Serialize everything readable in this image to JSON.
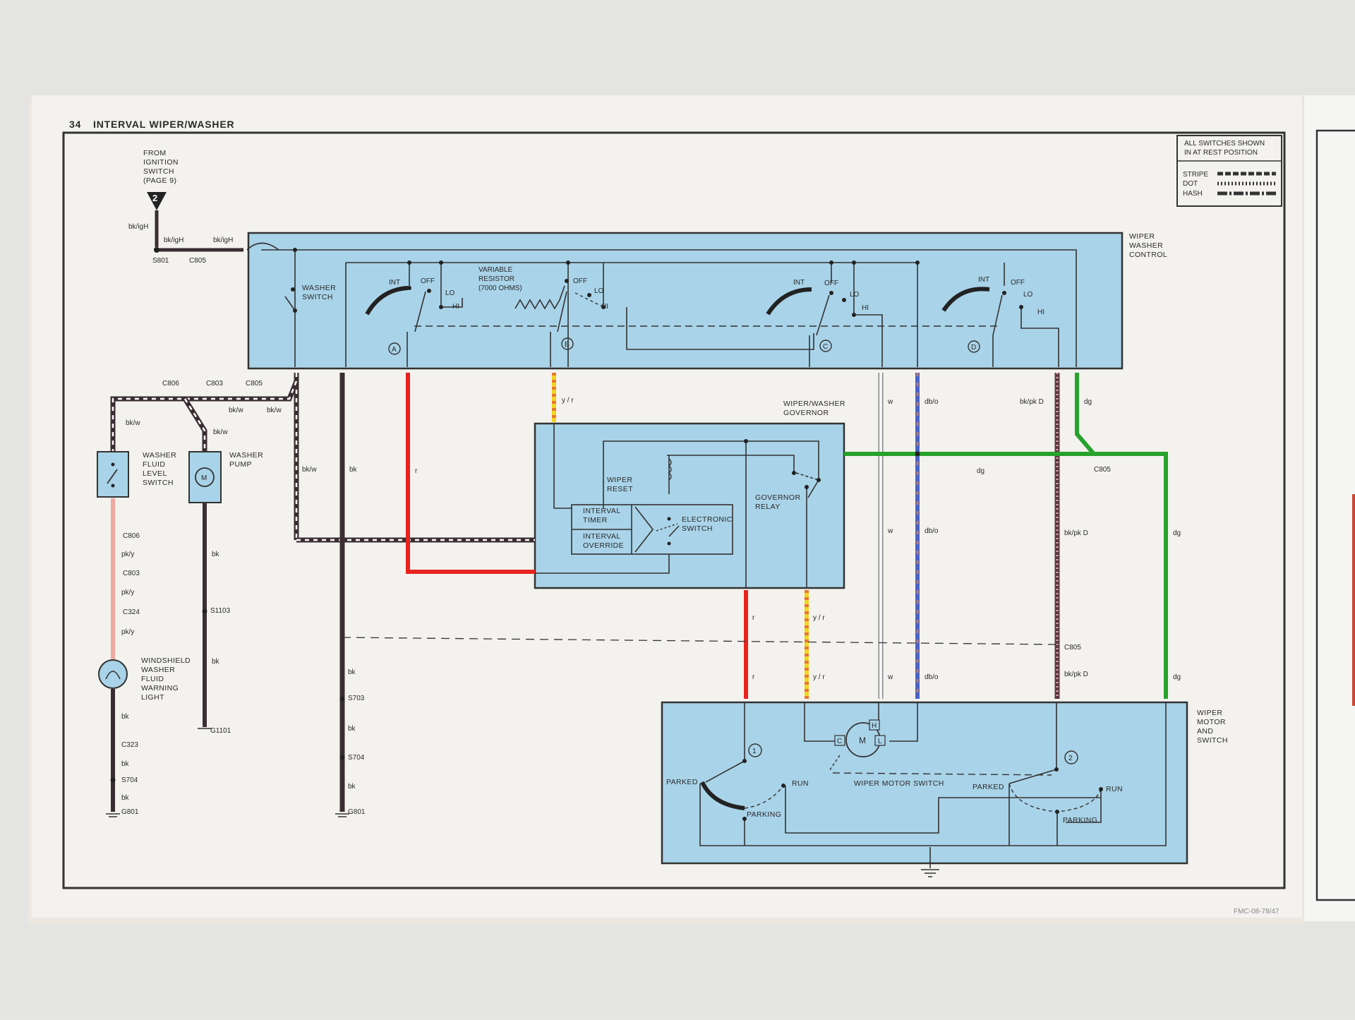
{
  "page": {
    "number": "34",
    "title": "INTERVAL WIPER/WASHER",
    "footer_code": "FMC-08-78/47"
  },
  "legend": {
    "note_line1": "ALL SWITCHES SHOWN",
    "note_line2": "IN AT REST POSITION",
    "items": [
      "STRIPE",
      "DOT",
      "HASH"
    ]
  },
  "source": {
    "lines": [
      "FROM",
      "IGNITION",
      "SWITCH",
      "(PAGE 9)"
    ],
    "pin": "2"
  },
  "components": {
    "control": {
      "lines": [
        "WIPER",
        "WASHER",
        "CONTROL"
      ]
    },
    "governor": {
      "lines": [
        "WIPER/WASHER",
        "GOVERNOR"
      ]
    },
    "motor": {
      "lines": [
        "WIPER",
        "MOTOR",
        "AND",
        "SWITCH"
      ]
    },
    "washer_switch": [
      "WASHER",
      "SWITCH"
    ],
    "variable_resistor": [
      "VARIABLE",
      "RESISTOR",
      "(7000 OHMS)"
    ],
    "fluid_level_switch": [
      "WASHER",
      "FLUID",
      "LEVEL",
      "SWITCH"
    ],
    "pump": [
      "WASHER",
      "PUMP"
    ],
    "warning_light": [
      "WINDSHIELD",
      "WASHER",
      "FLUID",
      "WARNING",
      "LIGHT"
    ],
    "wiper_reset": [
      "WIPER",
      "RESET"
    ],
    "interval_timer": [
      "INTERVAL",
      "TIMER"
    ],
    "interval_override": [
      "INTERVAL",
      "OVERRIDE"
    ],
    "electronic_switch": [
      "ELECTRONIC",
      "SWITCH"
    ],
    "governor_relay": [
      "GOVERNOR",
      "RELAY"
    ],
    "wiper_motor_switch": "WIPER MOTOR SWITCH"
  },
  "switch_positions": {
    "int": "INT",
    "off": "OFF",
    "lo": "LO",
    "hi": "HI"
  },
  "motor_labels": {
    "parked": "PARKED",
    "run": "RUN",
    "parking": "PARKING",
    "c": "C",
    "m": "M",
    "l": "L",
    "h": "H"
  },
  "gang_letters": [
    "A",
    "B",
    "C",
    "D"
  ],
  "motor_switch_numbers": [
    "1",
    "2"
  ],
  "connectors": {
    "s801": "S801",
    "c805": "C805",
    "c806": "C806",
    "c803": "C803",
    "c324": "C324",
    "c323": "C323",
    "s704": "S704",
    "g801": "G801",
    "s1103": "S1103",
    "g1101": "G1101",
    "s703": "S703"
  },
  "wire_colors": {
    "bk_igh": "bk/igH",
    "bk_w": "bk/w",
    "bk": "bk",
    "pk_y": "pk/y",
    "r": "r",
    "y_r": "y / r",
    "w": "w",
    "db_o": "db/o",
    "bk_pk_d": "bk/pk D",
    "dg": "dg"
  },
  "colors": {
    "panel_fill": "#a9d3e8",
    "paper": "#f3f2ef",
    "red": "#e8231d",
    "yellow": "#f1d51f",
    "pink": "#f0a8a0",
    "blue": "#4a63c8",
    "orange": "#e8782a",
    "green": "#27a32b",
    "black": "#3a2e32"
  }
}
